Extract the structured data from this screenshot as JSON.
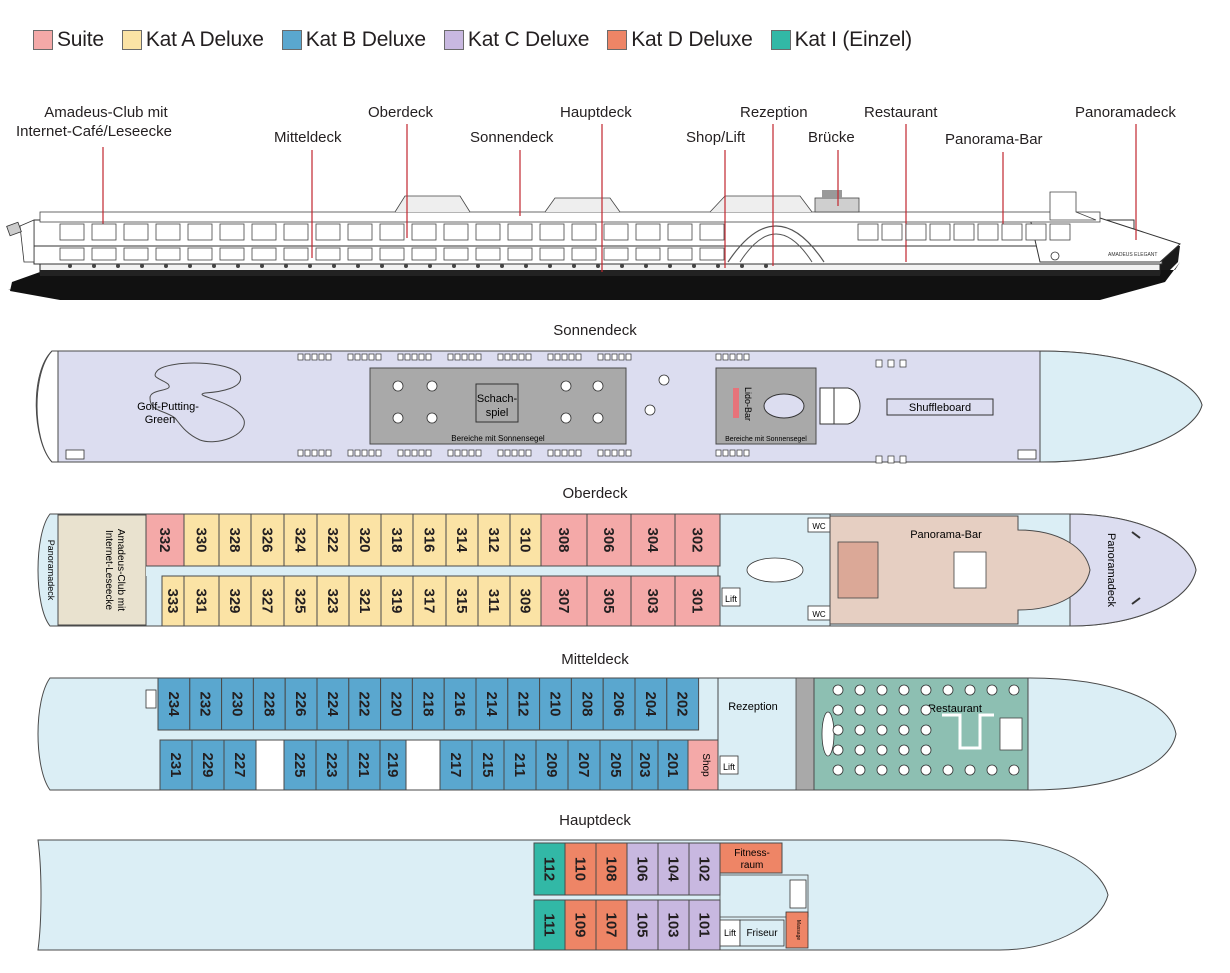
{
  "legend": [
    {
      "label": "Suite",
      "color": "#f4a9a8"
    },
    {
      "label": "Kat A Deluxe",
      "color": "#fbe3a5"
    },
    {
      "label": "Kat B Deluxe",
      "color": "#5aa7cf"
    },
    {
      "label": "Kat C Deluxe",
      "color": "#c8b8e0"
    },
    {
      "label": "Kat D Deluxe",
      "color": "#ee8566"
    },
    {
      "label": "Kat I (Einzel)",
      "color": "#32b8a6"
    }
  ],
  "colors": {
    "suite": "#f4a9a8",
    "katA": "#fbe3a5",
    "katB": "#5aa7cf",
    "katC": "#c8b8e0",
    "katD": "#ee8566",
    "katI": "#32b8a6",
    "deck": "#dbeef5",
    "sundeck": "#dcddf0",
    "gray": "#a9a9a9",
    "restaurant": "#8dbfb2",
    "callout_line": "#c2262e"
  },
  "ship_labels": {
    "amadeus_club": "Amadeus-Club mit",
    "amadeus_club2": "Internet-Café/Leseecke",
    "mitteldeck": "Mitteldeck",
    "oberdeck": "Oberdeck",
    "sonnendeck": "Sonnendeck",
    "hauptdeck": "Hauptdeck",
    "shop_lift": "Shop/Lift",
    "rezeption": "Rezeption",
    "bruecke": "Brücke",
    "restaurant": "Restaurant",
    "panorama_bar": "Panorama-Bar",
    "panoramadeck": "Panoramadeck",
    "ship_name": "AMADEUS ELEGANT"
  },
  "decks": {
    "sonnendeck": {
      "title": "Sonnendeck",
      "golf": "Golf-Putting-",
      "golf2": "Green",
      "schach": "Schach-",
      "schach2": "spiel",
      "sonnensegel": "Bereiche mit Sonnensegel",
      "sonnensegel2": "Bereiche mit Sonnensegel",
      "lido": "Lido-Bar",
      "shuffle": "Shuffleboard"
    },
    "oberdeck": {
      "title": "Oberdeck",
      "top": [
        "332",
        "330",
        "328",
        "326",
        "324",
        "322",
        "320",
        "318",
        "316",
        "314",
        "312",
        "310",
        "308",
        "306",
        "304",
        "302"
      ],
      "bottom": [
        "333",
        "331",
        "329",
        "327",
        "325",
        "323",
        "321",
        "319",
        "317",
        "315",
        "311",
        "309",
        "307",
        "305",
        "303",
        "301"
      ],
      "club": "Amadeus-Club mit",
      "club2": "Internet-Leseecke",
      "panorama_bar": "Panorama-Bar",
      "panoramadeck": "Panoramadeck",
      "lift": "Lift",
      "wc": "WC",
      "wc2": "WC",
      "stern": "Panoramadeck"
    },
    "mitteldeck": {
      "title": "Mitteldeck",
      "top": [
        "234",
        "232",
        "230",
        "228",
        "226",
        "224",
        "222",
        "220",
        "218",
        "216",
        "214",
        "212",
        "210",
        "208",
        "206",
        "204",
        "202"
      ],
      "bottom": [
        "231",
        "229",
        "227",
        "225",
        "223",
        "221",
        "219",
        "217",
        "215",
        "211",
        "209",
        "207",
        "205",
        "203",
        "201"
      ],
      "shop": "Shop",
      "rezeption": "Rezeption",
      "lift": "Lift",
      "restaurant": "Restaurant"
    },
    "hauptdeck": {
      "title": "Hauptdeck",
      "top": [
        "112",
        "110",
        "108",
        "106",
        "104",
        "102"
      ],
      "bottom": [
        "111",
        "109",
        "107",
        "105",
        "103",
        "101"
      ],
      "fitness": "Fitness-",
      "fitness2": "raum",
      "lift": "Lift",
      "friseur": "Friseur",
      "massage": "Massage"
    }
  }
}
